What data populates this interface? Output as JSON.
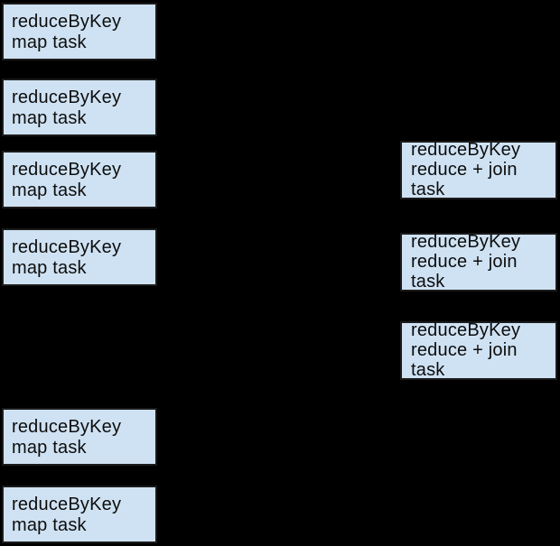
{
  "styles": {
    "background": "#000000",
    "box_fill": "#cfe2f3",
    "box_border": "#1b1b1b",
    "text_color": "#0d0d0d"
  },
  "left_boxes": [
    {
      "lines": [
        "reduceByKey",
        "map task"
      ]
    },
    {
      "lines": [
        "reduceByKey",
        "map task"
      ]
    },
    {
      "lines": [
        "reduceByKey",
        "map task"
      ]
    },
    {
      "lines": [
        "reduceByKey",
        "map task"
      ]
    },
    {
      "lines": [
        "reduceByKey",
        "map task"
      ]
    },
    {
      "lines": [
        "reduceByKey",
        "map task"
      ]
    }
  ],
  "right_boxes": [
    {
      "lines": [
        "reduceByKey",
        "reduce + join",
        "task"
      ]
    },
    {
      "lines": [
        "reduceByKey",
        "reduce + join",
        "task"
      ]
    },
    {
      "lines": [
        "reduceByKey",
        "reduce + join",
        "task"
      ]
    }
  ]
}
